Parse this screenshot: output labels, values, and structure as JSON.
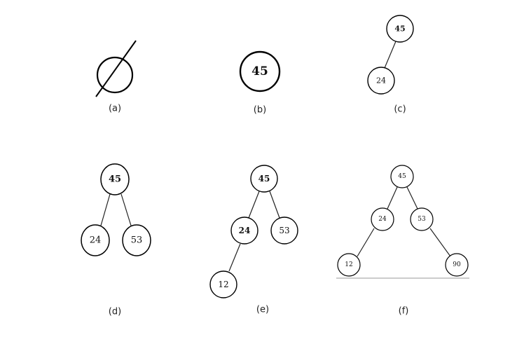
{
  "panels": {
    "a": {
      "caption": "(a)"
    },
    "b": {
      "caption": "(b)",
      "nodes": {
        "root": "45"
      }
    },
    "c": {
      "caption": "(c)",
      "nodes": {
        "root": "45",
        "left": "24"
      }
    },
    "d": {
      "caption": "(d)",
      "nodes": {
        "root": "45",
        "left": "24",
        "right": "53"
      }
    },
    "e": {
      "caption": "(e)",
      "nodes": {
        "root": "45",
        "left": "24",
        "right": "53",
        "leftleft": "12"
      }
    },
    "f": {
      "caption": "(f)",
      "nodes": {
        "root": "45",
        "left": "24",
        "right": "53",
        "leftleft": "12",
        "rightright": "90"
      }
    }
  }
}
